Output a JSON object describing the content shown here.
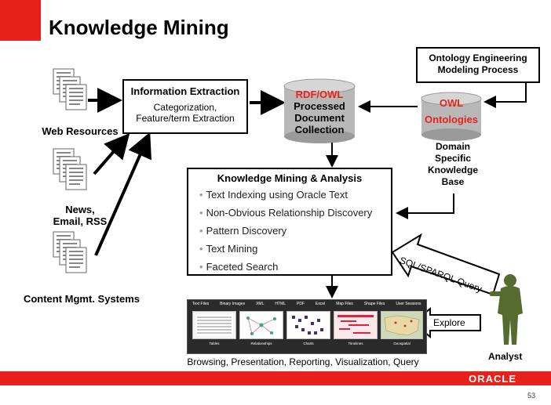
{
  "title": "Knowledge Mining",
  "sources": [
    {
      "label": "Web Resources"
    },
    {
      "label": "News,\nEmail, RSS"
    },
    {
      "label": "Content Mgmt. Systems"
    }
  ],
  "info_extraction": {
    "title": "Information Extraction",
    "body": "Categorization,\nFeature/term Extraction"
  },
  "rdf_store": {
    "top_label": "RDF/OWL",
    "body": "Processed\nDocument\nCollection"
  },
  "ontology_engineering": {
    "title": "Ontology Engineering\nModeling Process"
  },
  "owl_store": {
    "top_label": "OWL",
    "body": "Ontologies",
    "caption": "Domain\nSpecific\nKnowledge\nBase"
  },
  "analysis": {
    "title": "Knowledge Mining & Analysis",
    "items": [
      "Text Indexing using Oracle Text",
      "Non-Obvious Relationship Discovery",
      "Pattern Discovery",
      "Text Mining",
      "Faceted Search"
    ]
  },
  "query_arrow": {
    "label": "SQL/SPARQL Query"
  },
  "explore_arrow": {
    "label": "Explore"
  },
  "analyst": {
    "label": "Analyst"
  },
  "viz_strip": {
    "tabs": [
      "Text Files",
      "Binary Images",
      "XML",
      "HTML",
      "PDF",
      "Excel",
      "Map Files",
      "Shape Files",
      "User Sessions"
    ],
    "panels": [
      "Tables",
      "Relationships",
      "Charts",
      "Timelines",
      "Geospatial"
    ]
  },
  "viz_caption": "Browsing, Presentation, Reporting, Visualization, Query",
  "footer": {
    "logo": "ORACLE",
    "page_number": "53"
  },
  "colors": {
    "accent": "#e8221b",
    "cylinder": "#b8b8b8",
    "analyst": "#556b2f"
  }
}
